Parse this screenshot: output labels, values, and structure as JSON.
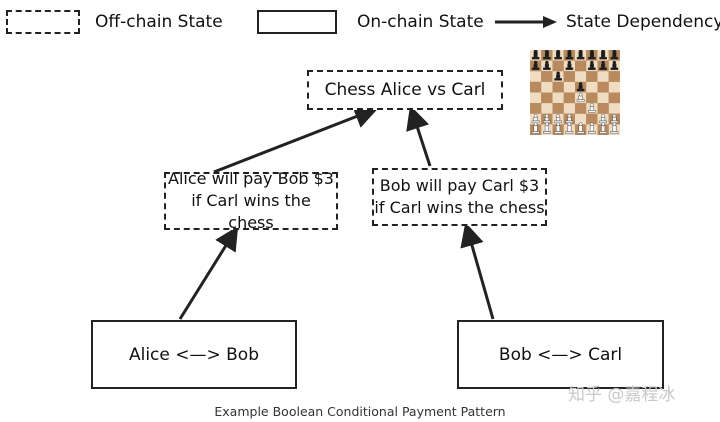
{
  "legend": {
    "off_chain": "Off-chain State",
    "on_chain": "On-chain State",
    "dependency": "State Dependency"
  },
  "nodes": {
    "chess": "Chess Alice vs Carl",
    "alice_pay_line1": "Alice will pay Bob $3",
    "alice_pay_line2": "if Carl wins the chess",
    "bob_pay_line1": "Bob will pay Carl $3",
    "bob_pay_line2": "if Carl wins the chess",
    "alice_bob": "Alice <—> Bob",
    "bob_carl": "Bob <—> Carl"
  },
  "caption": "Example Boolean Conditional Payment Pattern",
  "watermark": "知乎 @嘉程冰",
  "icons": {
    "chessboard": "chessboard-icon"
  },
  "colors": {
    "stroke": "#222222",
    "board_light": "#f0dcc0",
    "board_dark": "#b98a5e"
  }
}
